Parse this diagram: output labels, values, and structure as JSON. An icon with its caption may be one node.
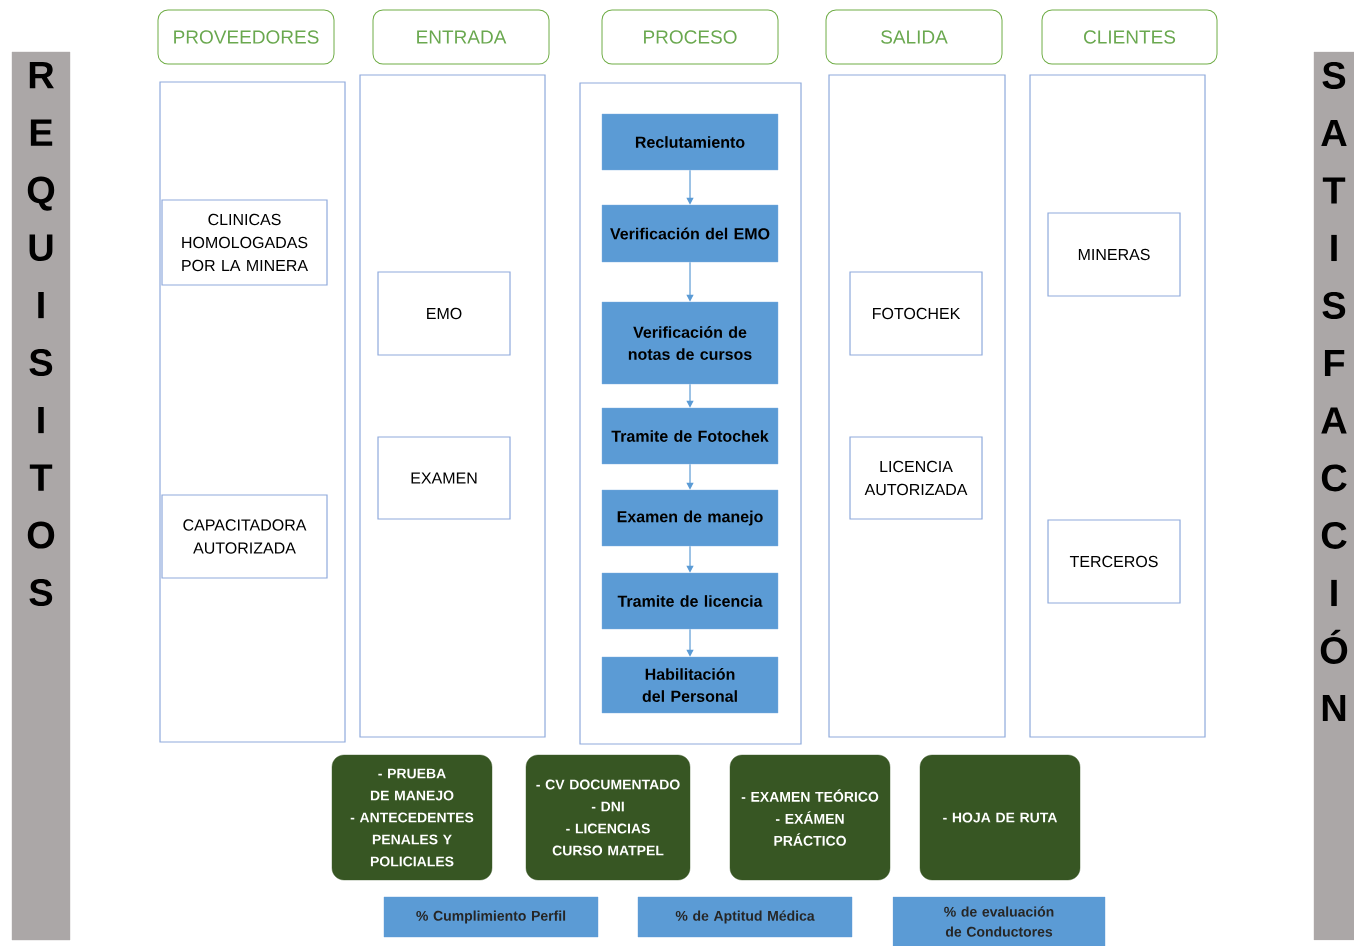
{
  "diagram": {
    "nodes": [
      {
        "text": [
          "REQUISITOS"
        ]
      },
      {
        "text": [
          "PROVEEDORES"
        ]
      },
      {
        "text": [],
        "shape": "box"
      },
      {
        "text": [
          "CLINICAS HOMOLOGADAS POR LA MINERA"
        ],
        "in": 2
      },
      {
        "text": [
          "CAPACITADORA AUTORIZADA"
        ],
        "in": 2
      },
      {
        "text": [
          "ENTRADA"
        ]
      },
      {
        "text": [],
        "shape": "box"
      },
      {
        "text": [
          "EMO"
        ],
        "in": 6
      },
      {
        "text": [
          "EXAMEN"
        ],
        "in": 6
      },
      {
        "text": [
          "PROCESO"
        ]
      },
      {
        "text": [],
        "shape": "box"
      },
      {
        "text": [
          "Reclutamiento"
        ],
        "in": 10
      },
      {
        "text": [
          "Verificación del EMO"
        ],
        "in": 10
      },
      {
        "text": [
          "Verificación de notas de cursos"
        ],
        "in": 10
      },
      {
        "text": [
          "Tramite de Fotochek"
        ],
        "in": 10
      },
      {
        "text": [
          "Examen de manejo"
        ],
        "in": 10
      },
      {
        "text": [
          "Tramite de licencia"
        ],
        "in": 10
      },
      {
        "text": [
          "Habilitación del Personal"
        ],
        "in": 10
      },
      {
        "text": [
          "SALIDA"
        ]
      },
      {
        "text": [],
        "shape": "box"
      },
      {
        "text": [
          "FOTOCHEK"
        ],
        "in": 19
      },
      {
        "text": [
          "LICENCIA AUTORIZADA"
        ],
        "in": 19
      },
      {
        "text": [
          "CLIENTES"
        ]
      },
      {
        "text": [],
        "shape": "box"
      },
      {
        "text": [
          "MINERAS"
        ],
        "in": 23
      },
      {
        "text": [
          "TERCEROS"
        ],
        "in": 23
      },
      {
        "text": [
          "- PRUEBA DE MANEJO",
          "- ANTECEDENTES PENALES Y POLICIALES"
        ]
      },
      {
        "text": [
          "- CV DOCUMENTADO",
          "- DNI",
          "- LICENCIAS CURSO MATPEL"
        ]
      },
      {
        "text": [
          "- EXAMEN TEÓRICO",
          "- EXÁMEN PRÁCTICO"
        ]
      },
      {
        "text": [
          "- HOJA DE RUTA"
        ]
      },
      {
        "text": [
          "% Cumplimiento Perfil"
        ]
      },
      {
        "text": [
          "% de Aptitud Médica"
        ]
      },
      {
        "text": [
          "% de evaluación de Conductores"
        ]
      },
      {
        "text": [
          "SATISFACCIÓN"
        ]
      }
    ],
    "edges": [
      {
        "from": 11,
        "to": 12,
        "arrow": "to"
      },
      {
        "from": 12,
        "to": 13,
        "arrow": "to"
      },
      {
        "from": 13,
        "to": 14,
        "arrow": "to"
      },
      {
        "from": 14,
        "to": 15,
        "arrow": "to"
      },
      {
        "from": 15,
        "to": 16,
        "arrow": "to"
      },
      {
        "from": 16,
        "to": 17,
        "arrow": "to"
      }
    ]
  }
}
